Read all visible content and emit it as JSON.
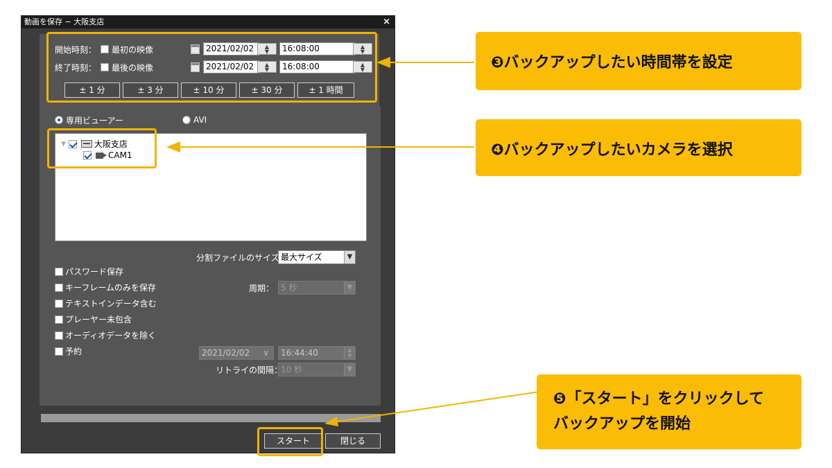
{
  "dialog": {
    "title": "動画を保存 − 大阪支店",
    "close_label": "×"
  },
  "time_range": {
    "start_label": "開始時刻：",
    "start_first_label": "最初の映像",
    "start_first_checked": false,
    "start_date": "2021/02/02",
    "start_time": "16:08:00",
    "end_label": "終了時刻：",
    "end_last_label": "最後の映像",
    "end_last_checked": false,
    "end_date": "2021/02/02",
    "end_time": "16:08:00",
    "adjust_buttons": [
      "± 1 分",
      "± 3 分",
      "± 10 分",
      "± 30 分",
      "± 1 時間"
    ]
  },
  "format": {
    "option_viewer": "専用ビューアー",
    "option_avi": "AVI",
    "selected": "専用ビューアー"
  },
  "camera_tree": {
    "root_label": "大阪支店",
    "root_checked": true,
    "children": [
      {
        "label": "CAM1",
        "checked": true
      }
    ]
  },
  "split": {
    "label": "分割ファイルのサイズ：",
    "value": "最大サイズ"
  },
  "options": [
    {
      "label": "パスワード保存",
      "checked": false
    },
    {
      "label": "キーフレームのみを保存",
      "checked": false
    },
    {
      "label": "テキストインデータ含む",
      "checked": false
    },
    {
      "label": "プレーヤー未包含",
      "checked": false
    },
    {
      "label": "オーディオデータを除く",
      "checked": false
    },
    {
      "label": "予約",
      "checked": false
    }
  ],
  "period": {
    "label": "周期：",
    "value": "5 秒"
  },
  "schedule": {
    "date": "2021/02/02",
    "time": "16:44:40",
    "retry_label": "リトライの間隔：",
    "retry_value": "10 秒"
  },
  "footer": {
    "start_button": "スタート",
    "close_button": "閉じる"
  },
  "callouts": {
    "step3": {
      "number": "❸",
      "text": "バックアップしたい時間帯を設定"
    },
    "step4": {
      "number": "❹",
      "text": "バックアップしたいカメラを選択"
    },
    "step5": {
      "number": "❺",
      "line1": "「スタート」をクリックして",
      "line2": "バックアップを開始"
    }
  },
  "colors": {
    "accent": "#fbbc05",
    "dialog_bg": "#3c3c3c",
    "panel_bg": "#555555"
  }
}
